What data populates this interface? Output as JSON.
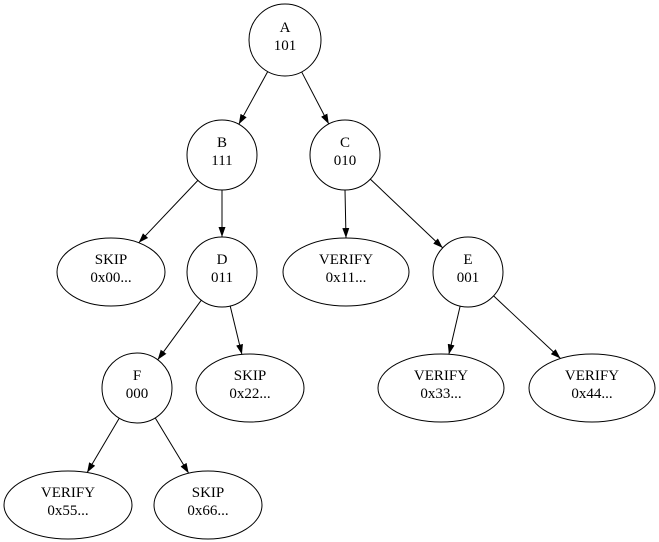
{
  "diagram": {
    "type": "tree-graph",
    "background_color": "#ffffff",
    "stroke_color": "#000000",
    "text_color": "#000000",
    "nodes": {
      "a": {
        "line1": "A",
        "line2": "101"
      },
      "b": {
        "line1": "B",
        "line2": "111"
      },
      "c": {
        "line1": "C",
        "line2": "010"
      },
      "skip00": {
        "line1": "SKIP",
        "line2": "0x00..."
      },
      "d": {
        "line1": "D",
        "line2": "011"
      },
      "verify11": {
        "line1": "VERIFY",
        "line2": "0x11..."
      },
      "e": {
        "line1": "E",
        "line2": "001"
      },
      "f": {
        "line1": "F",
        "line2": "000"
      },
      "skip22": {
        "line1": "SKIP",
        "line2": "0x22..."
      },
      "verify33": {
        "line1": "VERIFY",
        "line2": "0x33..."
      },
      "verify44": {
        "line1": "VERIFY",
        "line2": "0x44..."
      },
      "verify55": {
        "line1": "VERIFY",
        "line2": "0x55..."
      },
      "skip66": {
        "line1": "SKIP",
        "line2": "0x66..."
      }
    },
    "edges": [
      {
        "from": "A",
        "to": "B"
      },
      {
        "from": "A",
        "to": "C"
      },
      {
        "from": "B",
        "to": "SKIP 0x00..."
      },
      {
        "from": "B",
        "to": "D"
      },
      {
        "from": "C",
        "to": "VERIFY 0x11..."
      },
      {
        "from": "C",
        "to": "E"
      },
      {
        "from": "D",
        "to": "F"
      },
      {
        "from": "D",
        "to": "SKIP 0x22..."
      },
      {
        "from": "E",
        "to": "VERIFY 0x33..."
      },
      {
        "from": "E",
        "to": "VERIFY 0x44..."
      },
      {
        "from": "F",
        "to": "VERIFY 0x55..."
      },
      {
        "from": "F",
        "to": "SKIP 0x66..."
      }
    ]
  }
}
